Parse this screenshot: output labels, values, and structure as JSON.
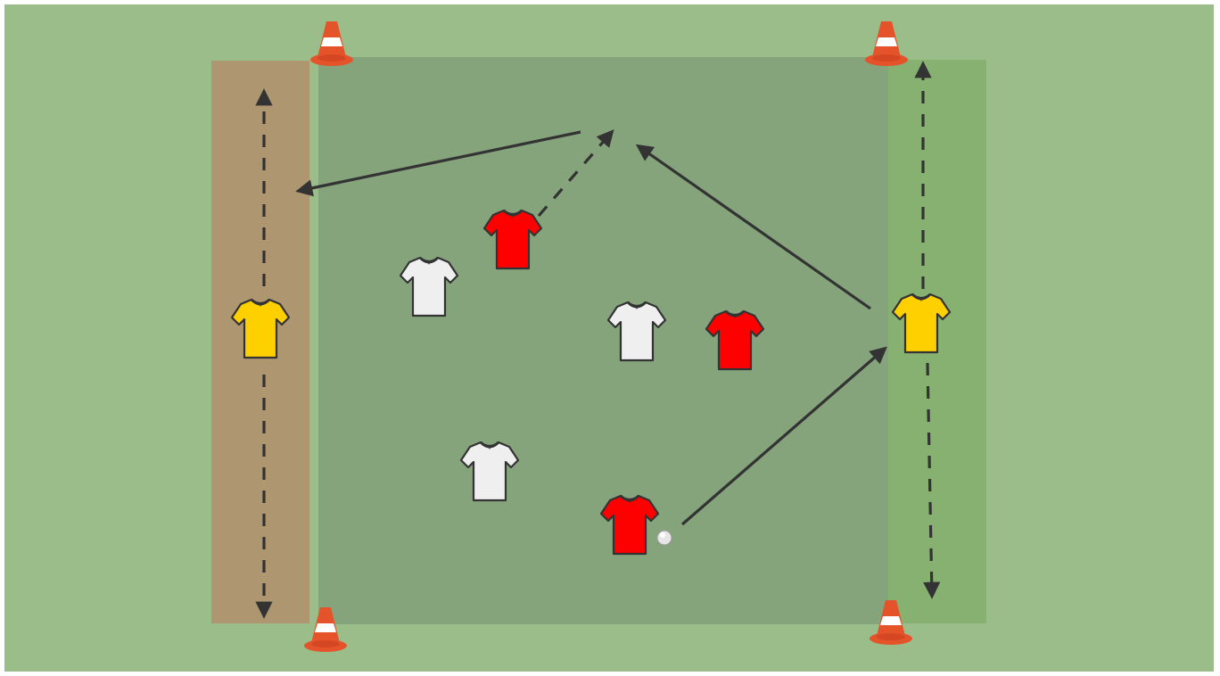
{
  "colors": {
    "border": "#ffffff",
    "field": "#9abd8a",
    "inner_area": "#86a47b",
    "left_channel": "#ad9670",
    "right_channel": "#87b170",
    "arrow": "#333333",
    "cone_body": "#e5532b",
    "cone_stripe": "#ffffff",
    "red_team": "#ff0000",
    "white_team": "#efefef",
    "neutral_team": "#ffd000",
    "shirt_outline": "#333333",
    "ball": "#e6e6e6"
  },
  "players": [
    {
      "team": "neutral",
      "color_key": "neutral_team",
      "role": "left-channel-player"
    },
    {
      "team": "neutral",
      "color_key": "neutral_team",
      "role": "right-channel-player"
    },
    {
      "team": "red",
      "color_key": "red_team",
      "role": "red-top-player"
    },
    {
      "team": "red",
      "color_key": "red_team",
      "role": "red-middle-player"
    },
    {
      "team": "red",
      "color_key": "red_team",
      "role": "red-ball-carrier"
    },
    {
      "team": "white",
      "color_key": "white_team",
      "role": "white-top-left-player"
    },
    {
      "team": "white",
      "color_key": "white_team",
      "role": "white-middle-player"
    },
    {
      "team": "white",
      "color_key": "white_team",
      "role": "white-bottom-player"
    }
  ],
  "movements": [
    {
      "type": "pass",
      "style": "solid",
      "from": "red-ball-carrier",
      "to": "right-channel-player"
    },
    {
      "type": "pass",
      "style": "solid",
      "from": "right-channel-player",
      "to": "space-top-middle"
    },
    {
      "type": "pass",
      "style": "solid",
      "from": "space-top-middle",
      "to": "left-channel-player"
    },
    {
      "type": "run",
      "style": "dashed",
      "from": "red-top-player",
      "to": "space-top-middle"
    },
    {
      "type": "run",
      "style": "dashed",
      "from": "left-channel-player",
      "to": "up-and-down-channel"
    },
    {
      "type": "run",
      "style": "dashed",
      "from": "right-channel-player",
      "to": "up-and-down-channel"
    }
  ],
  "equipment": {
    "cones": 4,
    "balls": 1
  }
}
